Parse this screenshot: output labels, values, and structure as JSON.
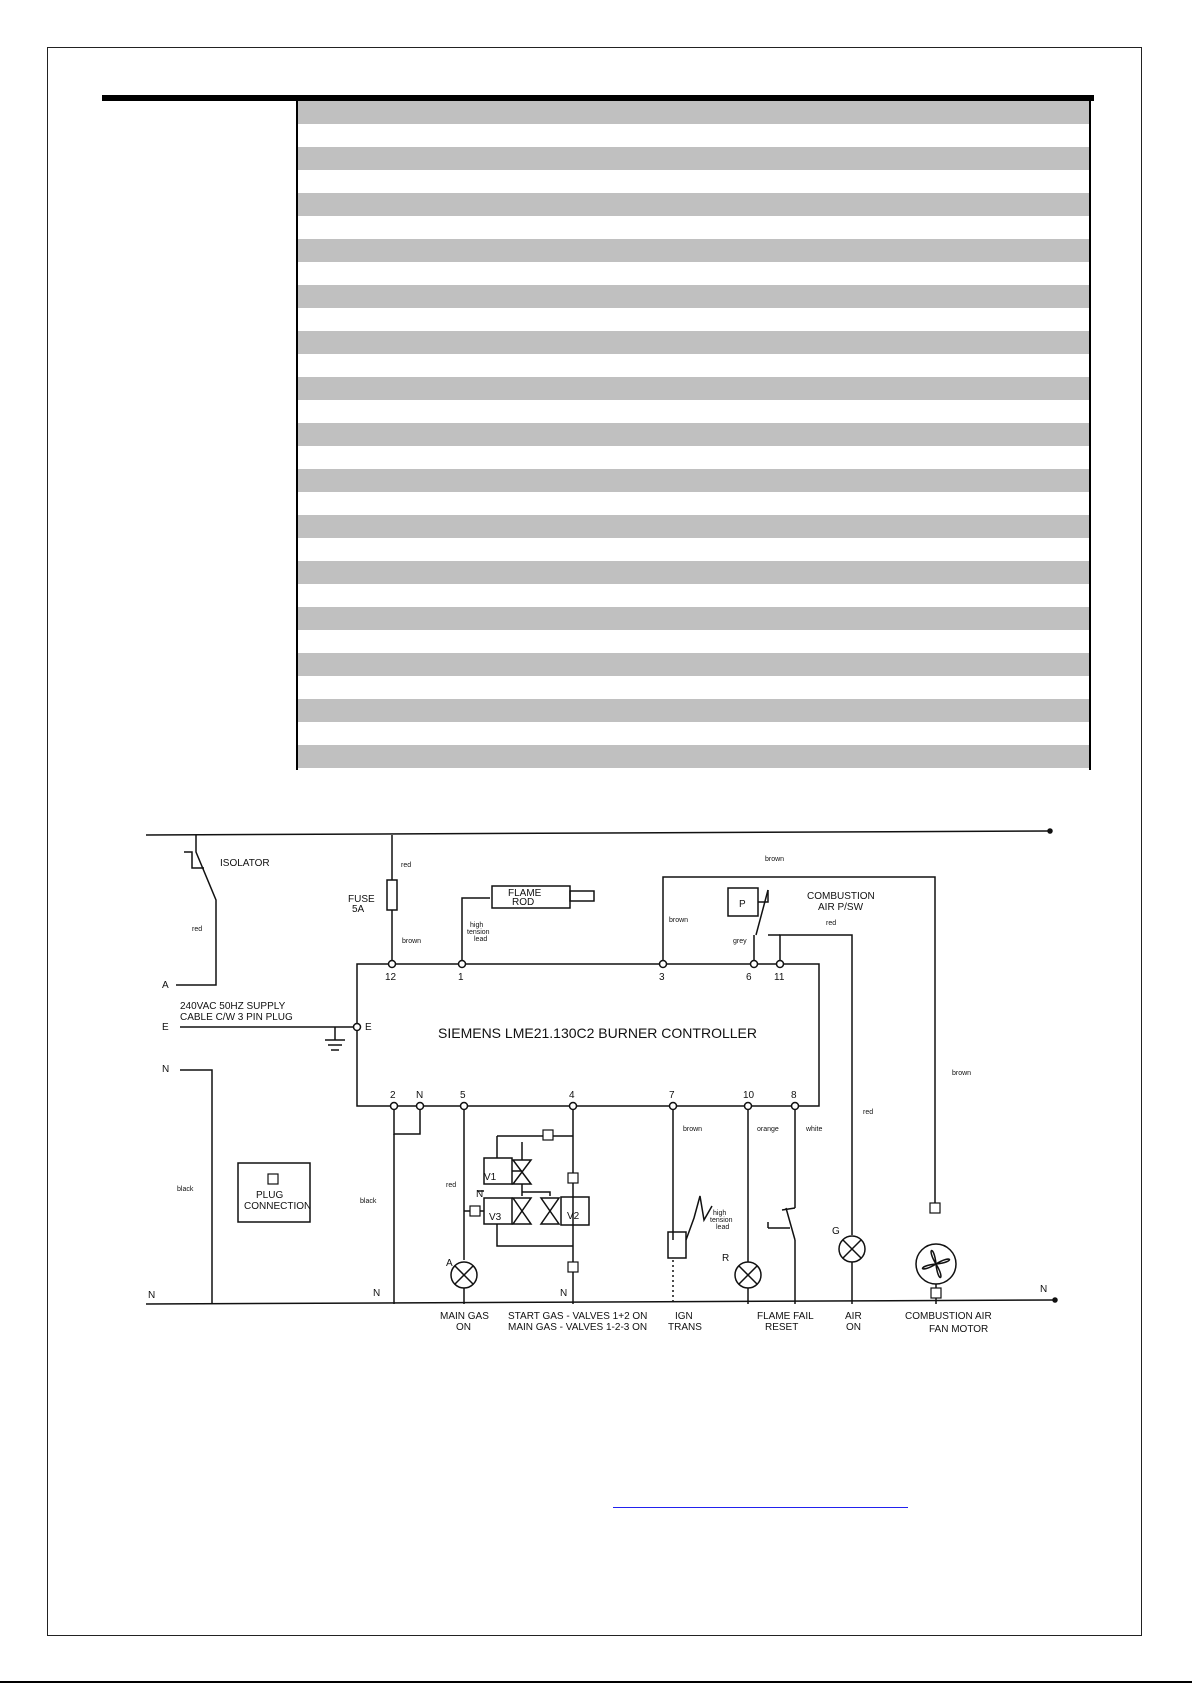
{
  "stripes": 15,
  "colors": {
    "stripe": "#c0c0c0",
    "link": "#2222ee"
  },
  "diagram": {
    "isolator": "ISOLATOR",
    "fuse": [
      "FUSE",
      "5A"
    ],
    "flame_rod": [
      "FLAME",
      "ROD"
    ],
    "high_tension_lead": [
      "high",
      "tension",
      "lead"
    ],
    "combustion_air_psw": [
      "COMBUSTION",
      "AIR P/SW"
    ],
    "pressure_switch": "P",
    "supply": [
      "240VAC 50HZ SUPPLY",
      "CABLE C/W 3 PIN PLUG"
    ],
    "controller": "SIEMENS LME21.130C2 BURNER CONTROLLER",
    "plug_connection": [
      "PLUG",
      "CONNECTION"
    ],
    "line_labels": {
      "a": "A",
      "e": "E",
      "n": "N"
    },
    "terminals_top": [
      "12",
      "1",
      "3",
      "6",
      "11"
    ],
    "terminals_bottom": [
      "2",
      "N",
      "5",
      "4",
      "7",
      "10",
      "8"
    ],
    "wire_colors": {
      "red": "red",
      "brown": "brown",
      "black": "black",
      "grey": "grey",
      "orange": "orange",
      "white": "white"
    },
    "valves": {
      "v1": "V1",
      "v2": "V2",
      "v3": "V3"
    },
    "lamps": {
      "a": "A",
      "r": "R",
      "g": "G"
    },
    "captions": {
      "main_gas": [
        "MAIN GAS",
        "ON"
      ],
      "valves": [
        "START GAS - VALVES 1+2 ON",
        "MAIN GAS - VALVES  1-2-3 ON"
      ],
      "ign": [
        "IGN",
        "TRANS"
      ],
      "flame_fail": [
        "FLAME FAIL",
        "RESET"
      ],
      "air_on": [
        "AIR",
        "ON"
      ],
      "fan": [
        "COMBUSTION AIR",
        "FAN MOTOR"
      ]
    }
  }
}
